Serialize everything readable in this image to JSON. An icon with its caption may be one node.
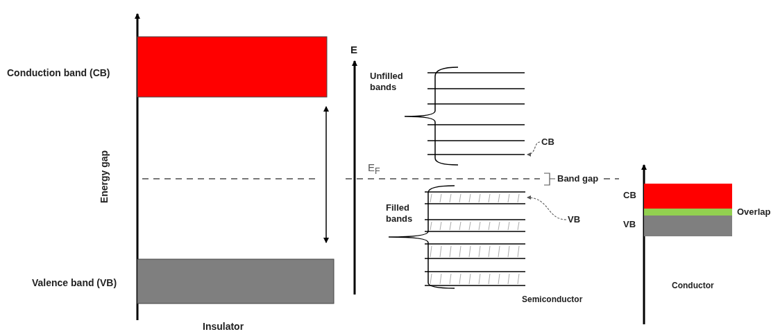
{
  "diagram": {
    "nodes": [
      {
        "text": [
          "CB"
        ]
      },
      {
        "text": [],
        "shape": "line"
      },
      {
        "text": [
          "VB"
        ]
      },
      {
        "text": [],
        "shape": "band"
      },
      {
        "text": [],
        "shape": "bar"
      },
      {
        "text": [],
        "shape": "bar"
      },
      {
        "text": [],
        "shape": "bar"
      },
      {
        "text": [],
        "shape": "bar"
      },
      {
        "text": [],
        "shape": "bar"
      }
    ],
    "edges": [
      {
        "from": 0,
        "to": 1,
        "arrow": "to",
        "style": "dashed"
      },
      {
        "from": 2,
        "to": 3,
        "arrow": "to",
        "style": "dashed"
      }
    ],
    "labels": [
      "E",
      "Conduction band (CB)",
      "Unfilled bands",
      "Energy gap",
      "E$_{F}$",
      "Band gap",
      "CB",
      "Filled bands",
      "Overlap",
      "VB",
      "Valence band (VB)",
      "Semiconductor",
      "Conductor",
      "Insulator"
    ]
  }
}
